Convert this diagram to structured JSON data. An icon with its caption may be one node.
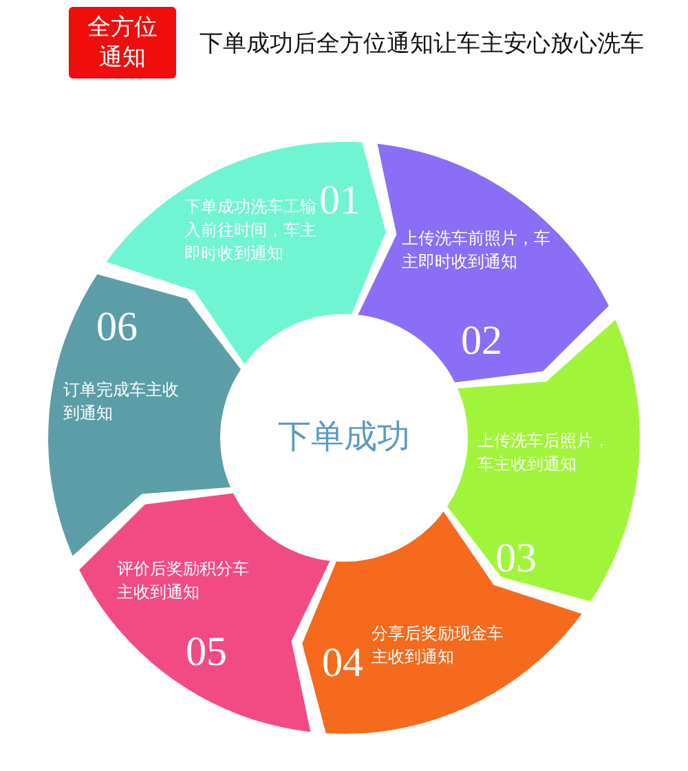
{
  "diagram": {
    "title": "下单成功后全方位通知让车主安心放心洗车",
    "nodes": [
      {
        "text": [
          "全方位通知"
        ]
      },
      {
        "text": [
          "下单成功洗车工输入前往时间，车主即时收到通知",
          "01"
        ]
      },
      {
        "text": [
          "上传洗车前照片，车主即时收到通知",
          "02"
        ]
      },
      {
        "text": [
          "上传洗车后照片，车主收到通知",
          "03"
        ]
      },
      {
        "text": [
          "分享后奖励现金车主收到通知",
          "04"
        ]
      },
      {
        "text": [
          "评价后奖励积分车主收到通知",
          "05"
        ]
      },
      {
        "text": [
          "06",
          "订单完成车主收到通知"
        ]
      },
      {
        "text": [
          "下单成功"
        ]
      }
    ]
  }
}
